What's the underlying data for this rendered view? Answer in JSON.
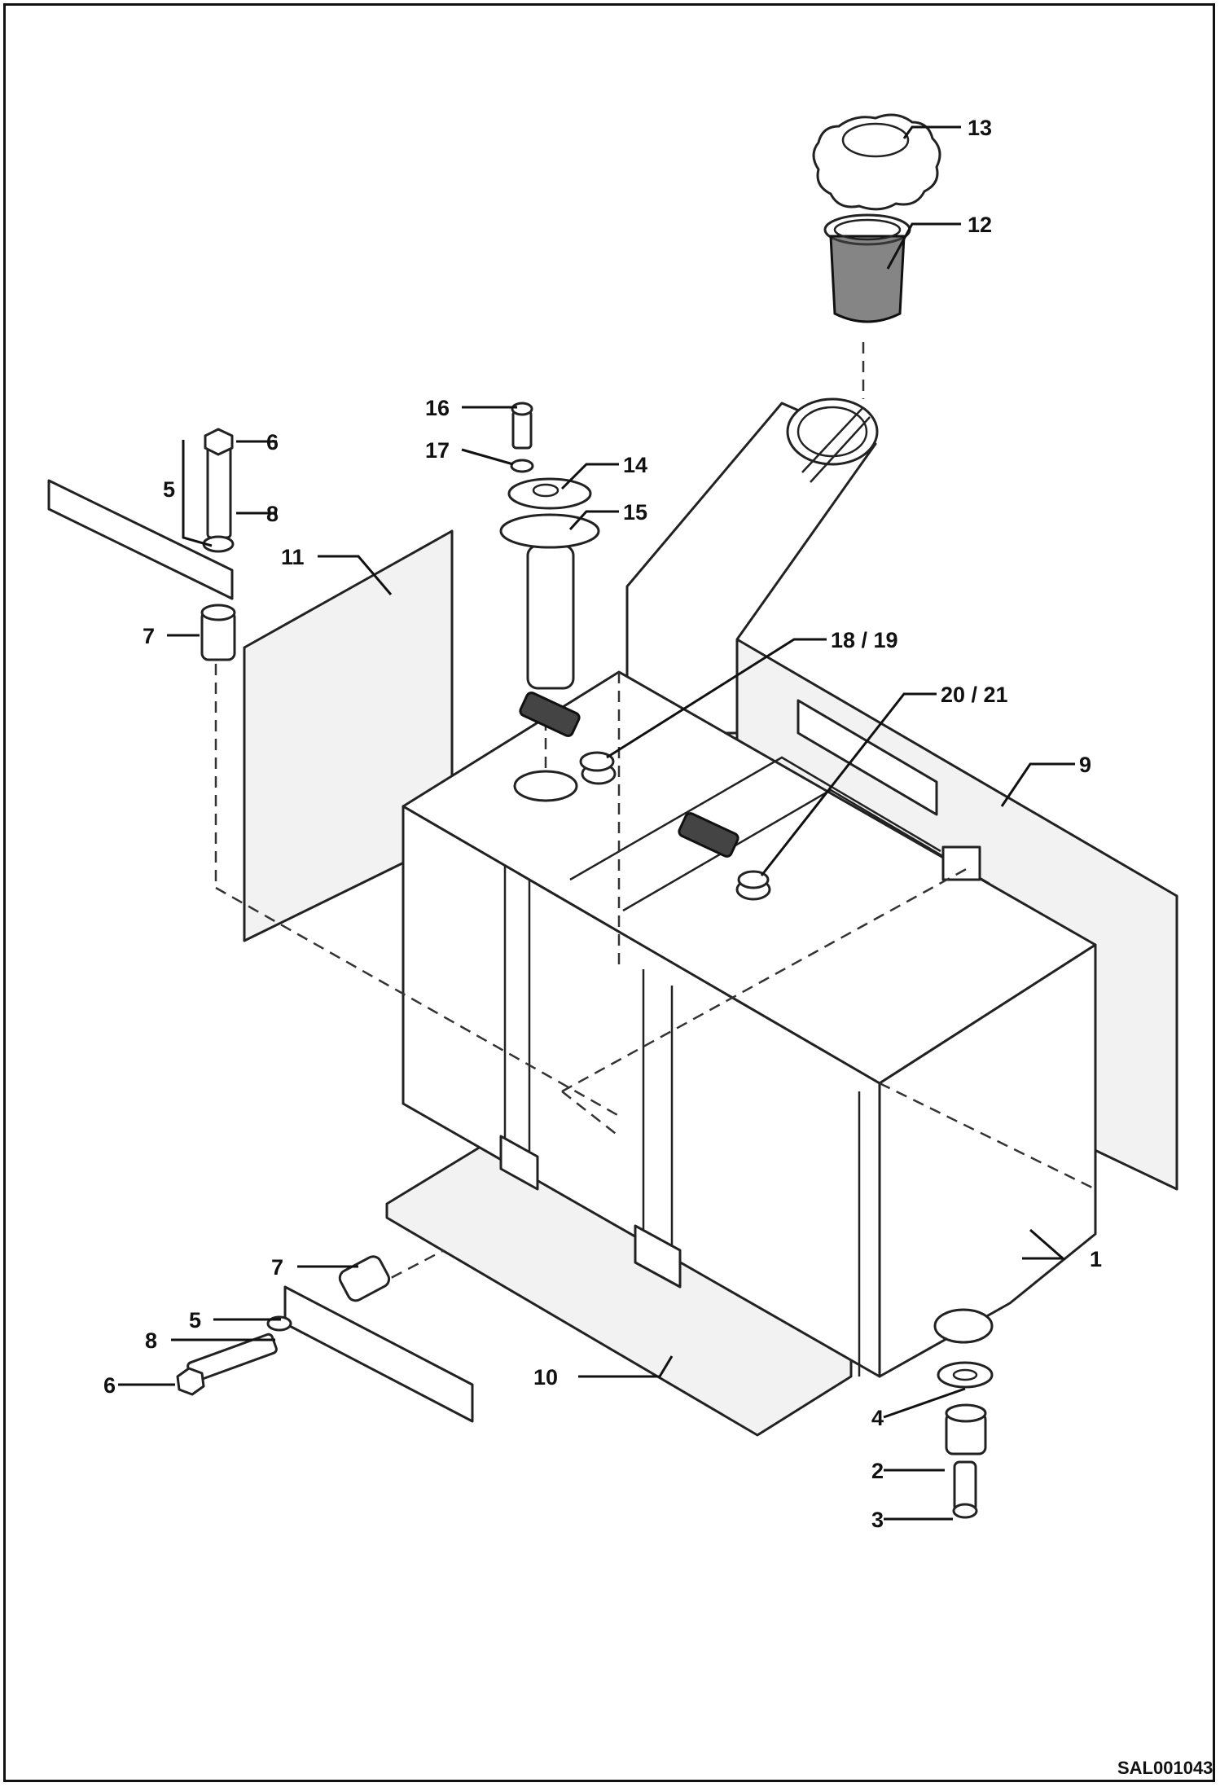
{
  "callouts": {
    "c1": "1",
    "c2": "2",
    "c3": "3",
    "c4": "4",
    "c5a": "5",
    "c5b": "5",
    "c6a": "6",
    "c6b": "6",
    "c7a": "7",
    "c7b": "7",
    "c8a": "8",
    "c8b": "8",
    "c9": "9",
    "c10": "10",
    "c11": "11",
    "c12": "12",
    "c13": "13",
    "c14": "14",
    "c15": "15",
    "c16": "16",
    "c17": "17",
    "c18": "18 / 19",
    "c20": "20 / 21"
  },
  "drawing_code": "SAL001043"
}
